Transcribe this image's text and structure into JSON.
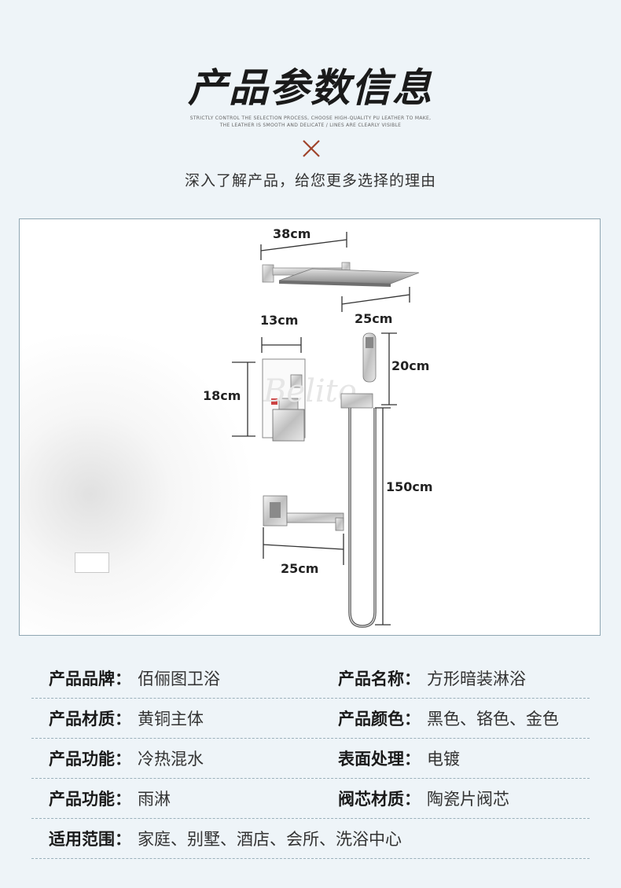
{
  "header": {
    "title": "产品参数信息",
    "subtitle_line1": "STRICTLY CONTROL THE SELECTION PROCESS, CHOOSE HIGH-QUALITY PU LEATHER TO MAKE,",
    "subtitle_line2": "THE LEATHER IS SMOOTH AND DELICATE / LINES ARE CLEARLY VISIBLE",
    "divider_icon": "close-x-icon",
    "tagline": "深入了解产品，给您更多选择的理由",
    "accent_color": "#a0442c"
  },
  "figure": {
    "watermark": "Belito",
    "dimensions": {
      "head_width": "38cm",
      "arm_length": "25cm",
      "valve_width": "13cm",
      "valve_height": "18cm",
      "handheld_length": "20cm",
      "hose_length": "150cm",
      "spout_length": "25cm"
    }
  },
  "specs": [
    {
      "left": {
        "label": "产品品牌",
        "value": "佰俪图卫浴"
      },
      "right": {
        "label": "产品名称",
        "value": "方形暗装淋浴"
      }
    },
    {
      "left": {
        "label": "产品材质",
        "value": "黄铜主体"
      },
      "right": {
        "label": "产品颜色",
        "value": "黑色、铬色、金色"
      }
    },
    {
      "left": {
        "label": "产品功能",
        "value": "冷热混水"
      },
      "right": {
        "label": "表面处理",
        "value": "电镀"
      }
    },
    {
      "left": {
        "label": "产品功能",
        "value": "雨淋"
      },
      "right": {
        "label": "阀芯材质",
        "value": "陶瓷片阀芯"
      }
    },
    {
      "left": {
        "label": "适用范围",
        "value": "家庭、别墅、酒店、会所、洗浴中心"
      },
      "right": null
    }
  ],
  "colon": "："
}
